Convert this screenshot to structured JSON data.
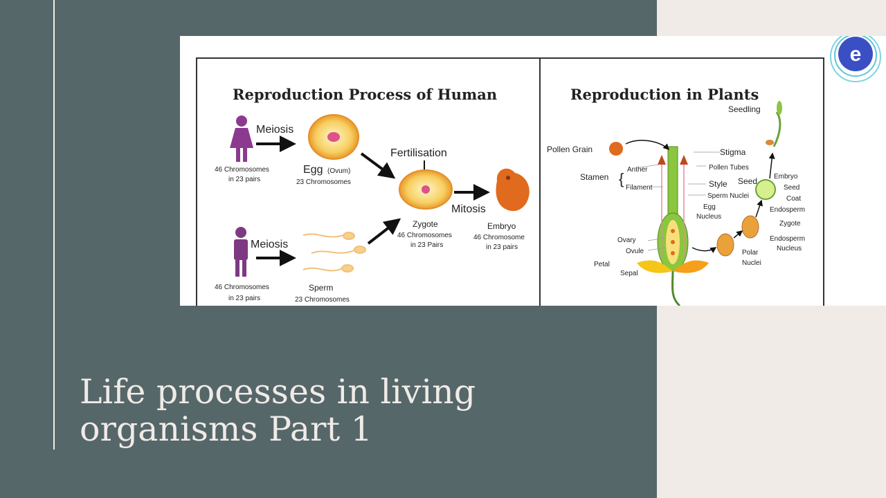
{
  "slide": {
    "title_line1": "Life processes in living",
    "title_line2": "organisms Part 1"
  },
  "colors": {
    "panel": "#56676a",
    "side": "#f0ebe6",
    "female": "#8b3a8f",
    "male": "#7d3a82",
    "egg": "#f2b24a",
    "embryo": "#e06a1d",
    "plant_green": "#6aa13a"
  },
  "figure": {
    "logo_icon": "e-logo-icon",
    "human": {
      "heading": "Reproduction Process of Human",
      "female_meiosis": "Meiosis",
      "female_chrom_1": "46 Chromosomes",
      "female_chrom_2": "in 23 pairs",
      "egg_label": "Egg",
      "egg_sub": "(Ovum)",
      "egg_chrom": "23 Chromosomes",
      "fertilisation": "Fertilisation",
      "mitosis": "Mitosis",
      "zygote": "Zygote",
      "zygote_chrom_1": "46 Chromosomes",
      "zygote_chrom_2": "in 23 Pairs",
      "embryo": "Embryo",
      "embryo_chrom_1": "46 Chromosome",
      "embryo_chrom_2": "in 23 pairs",
      "male_meiosis": "Meiosis",
      "male_chrom_1": "46 Chromosomes",
      "male_chrom_2": "in 23 pairs",
      "sperm": "Sperm",
      "sperm_chrom": "23 Chromosomes"
    },
    "plants": {
      "heading": "Reproduction in Plants",
      "seedling": "Seedling",
      "pollen_grain": "Pollen Grain",
      "stigma": "Stigma",
      "anther": "Anther",
      "pollen_tubes": "Pollen Tubes",
      "stamen": "Stamen",
      "filament": "Filament",
      "style": "Style",
      "seed": "Seed",
      "embryo": "Embryo",
      "seed_coat_1": "Seed",
      "seed_coat_2": "Coat",
      "sperm_nuclei": "Sperm Nuclei",
      "egg_nucleus_1": "Egg",
      "egg_nucleus_2": "Nucleus",
      "endosperm": "Endosperm",
      "zygote": "Zygote",
      "endosperm_nucleus_1": "Endosperm",
      "endosperm_nucleus_2": "Nucleus",
      "ovary": "Ovary",
      "ovule": "Ovule",
      "polar_nuclei_1": "Polar",
      "polar_nuclei_2": "Nuclei",
      "petal": "Petal",
      "sepal": "Sepal"
    }
  }
}
